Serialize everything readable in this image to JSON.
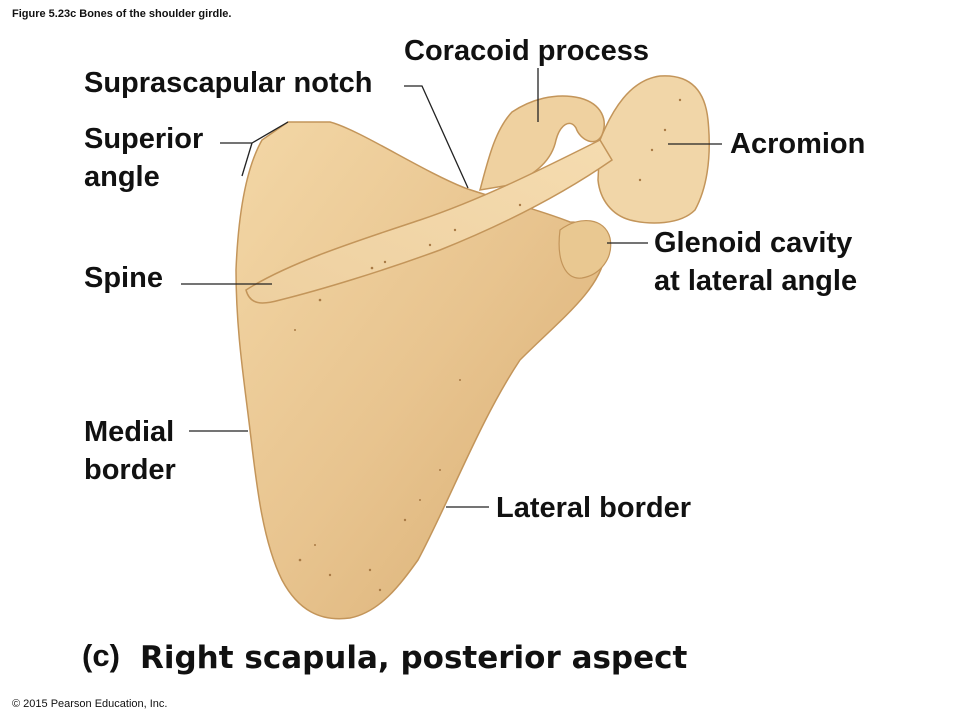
{
  "figure_caption": "Figure 5.23c Bones of the shoulder girdle.",
  "copyright": "© 2015 Pearson Education, Inc.",
  "panel_letter": "(c)",
  "title": "Right scapula, posterior aspect",
  "labels": {
    "coracoid_process": "Coracoid process",
    "suprascapular_notch": "Suprascapular notch",
    "superior_angle_1": "Superior",
    "superior_angle_2": "angle",
    "acromion": "Acromion",
    "glenoid_1": "Glenoid cavity",
    "glenoid_2": "at lateral angle",
    "spine": "Spine",
    "medial_border_1": "Medial",
    "medial_border_2": "border",
    "lateral_border": "Lateral border"
  },
  "colors": {
    "bone_fill": "#e8c48f",
    "bone_shadow": "#c99a5e",
    "bone_highlight": "#f6dfb6"
  }
}
